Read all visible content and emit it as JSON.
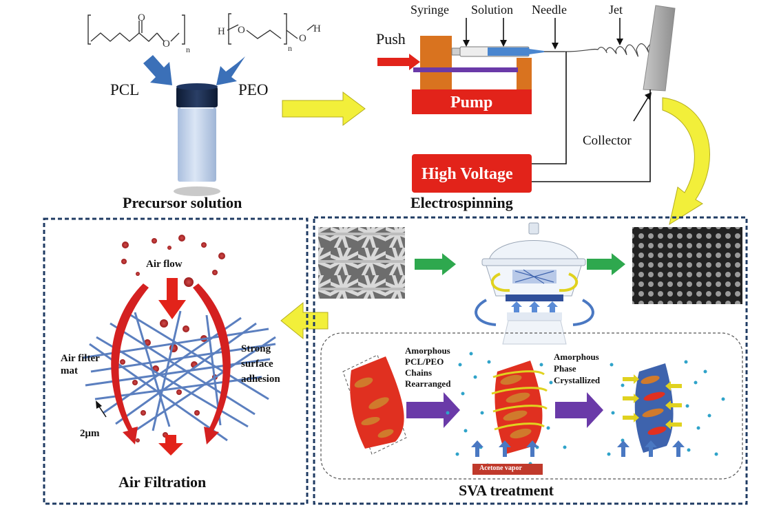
{
  "precursor": {
    "pcl": "PCL",
    "peo": "PEO",
    "title": "Precursor solution",
    "pcl_formula": {
      "carbonyl_o": "O",
      "ester_o": "O",
      "subscript": "n"
    },
    "peo_formula": {
      "h_left": "H",
      "o_left": "O",
      "subscript": "n",
      "o_right": "O",
      "h_right": "H"
    }
  },
  "electrospinning": {
    "push": "Push",
    "syringe": "Syringe",
    "solution": "Solution",
    "needle": "Needle",
    "jet": "Jet",
    "pump": "Pump",
    "collector": "Collector",
    "high_voltage": "High Voltage",
    "title": "Electrospinning"
  },
  "air_filtration": {
    "air_flow": "Air flow",
    "air_filter_mat_line1": "Air filter",
    "air_filter_mat_line2": "mat",
    "strong_line1": "Strong",
    "strong_line2": "surface",
    "strong_line3": "adhesion",
    "scale": "2μm",
    "title": "Air Filtration"
  },
  "sva": {
    "step1_line1": "Amorphous",
    "step1_line2": "PCL/PEO",
    "step1_line3": "Chains",
    "step1_line4": "Rearranged",
    "step2_line1": "Amorphous",
    "step2_line2": "Phase",
    "step2_line3": "Crystallized",
    "acetone": "Acetone vapor",
    "title": "SVA treatment"
  },
  "colors": {
    "pump_red": "#e2231a",
    "pump_orange": "#d9731f",
    "yellow_arrow": "#f2ef3a",
    "purple_arrow": "#6a3aa8",
    "green_arrow": "#2ea84e",
    "blue_arrow": "#4a78c2",
    "panel_border": "#1f3b63"
  }
}
